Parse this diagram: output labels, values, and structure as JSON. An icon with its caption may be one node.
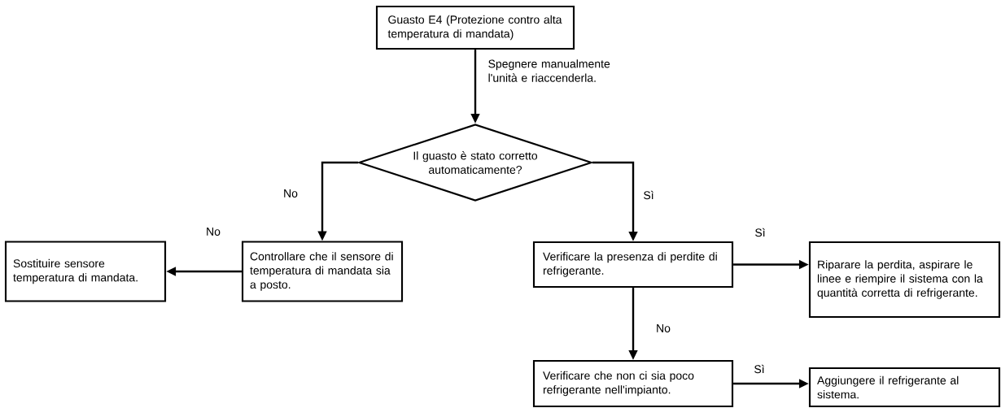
{
  "diagram": {
    "nodes": [
      {
        "text": [
          "Guasto E4 (Protezione contro alta temperatura di mandata)"
        ]
      },
      {
        "text": [
          "Il guasto è stato corretto automaticamente?"
        ]
      },
      {
        "text": [
          "Controllare che il sensore di temperatura di mandata sia a posto."
        ]
      },
      {
        "text": [
          "Sostituire sensore temperatura di mandata."
        ]
      },
      {
        "text": [
          "Verificare la presenza di perdite di refrigerante."
        ]
      },
      {
        "text": [
          "Riparare la perdita, aspirare le linee e riempire il sistema con la quantità corretta di refrigerante."
        ]
      },
      {
        "text": [
          "Verificare che non ci sia poco refrigerante nell'impianto."
        ]
      },
      {
        "text": [
          "Aggiungere il refrigerante al sistema."
        ]
      }
    ],
    "edges": [
      {
        "from": 0,
        "to": 1,
        "arrow": "to",
        "label": "Spegnere manualmente l'unità e riaccenderla."
      },
      {
        "from": 1,
        "to": 2,
        "arrow": "to",
        "label": "No"
      },
      {
        "from": 1,
        "to": 4,
        "arrow": "to",
        "label": "Sì"
      },
      {
        "from": 2,
        "to": 3,
        "arrow": "to",
        "label": "No"
      },
      {
        "from": 4,
        "to": 5,
        "arrow": "to",
        "label": "Sì"
      },
      {
        "from": 4,
        "to": 6,
        "arrow": "to",
        "label": "No"
      },
      {
        "from": 6,
        "to": 7,
        "arrow": "to",
        "label": "Sì"
      }
    ]
  }
}
